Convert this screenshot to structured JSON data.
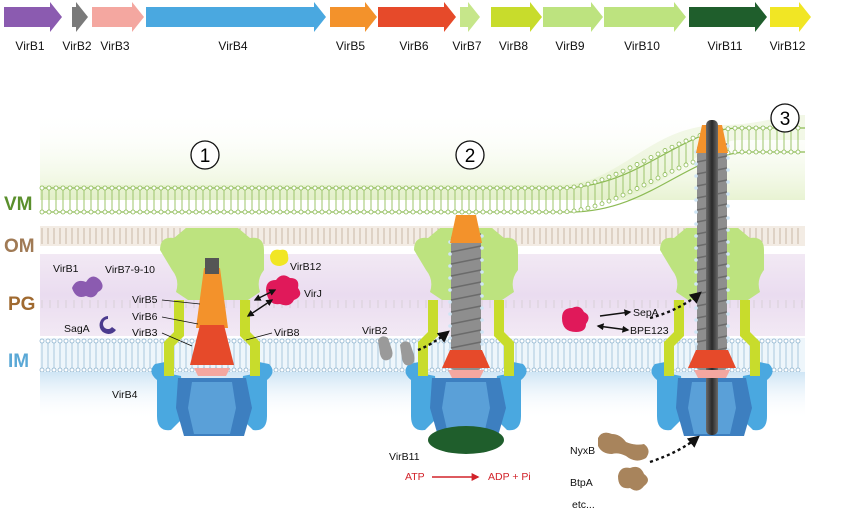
{
  "genes": [
    {
      "label": "VirB1",
      "color": "#8b5bb0"
    },
    {
      "label": "VirB2",
      "color": "#7a7a7a"
    },
    {
      "label": "VirB3",
      "color": "#f4a7a0"
    },
    {
      "label": "VirB4",
      "color": "#4aa8e0"
    },
    {
      "label": "VirB5",
      "color": "#f3922b"
    },
    {
      "label": "VirB6",
      "color": "#e64a2a"
    },
    {
      "label": "VirB7",
      "color": "#c6e68a"
    },
    {
      "label": "VirB8",
      "color": "#c8dc2c"
    },
    {
      "label": "VirB9",
      "color": "#bde37f"
    },
    {
      "label": "VirB10",
      "color": "#bde37f"
    },
    {
      "label": "VirB11",
      "color": "#1f5e2c"
    },
    {
      "label": "VirB12",
      "color": "#f1e624"
    }
  ],
  "membranes": {
    "vm": {
      "label": "VM",
      "color": "#5a8f2c"
    },
    "om": {
      "label": "OM",
      "color": "#a07a55"
    },
    "pg": {
      "label": "PG",
      "color": "#a06a30"
    },
    "im": {
      "label": "IM",
      "color": "#5aa8d6"
    }
  },
  "stages": [
    {
      "number": "1"
    },
    {
      "number": "2"
    },
    {
      "number": "3"
    }
  ],
  "labels": {
    "virb1": "VirB1",
    "virb7910": "VirB7-9-10",
    "virb12": "VirB12",
    "virb5": "VirB5",
    "virb6": "VirB6",
    "virb3": "VirB3",
    "virb8": "VirB8",
    "virj": "VirJ",
    "saga": "SagA",
    "virb4": "VirB4",
    "virb2": "VirB2",
    "virb11": "VirB11",
    "sepa": "SepA",
    "bpe123": "BPE123",
    "nyxb": "NyxB",
    "btpa": "BtpA",
    "etc": "etc..."
  },
  "reaction": {
    "substrate": "ATP",
    "products": "ADP + Pi",
    "color": "#d2232a"
  },
  "colors": {
    "virb4": "#4aa8e0",
    "virb4_dark": "#3d7fc0",
    "virb8": "#c8dc2c",
    "virb910": "#bde37f",
    "virb5": "#f3922b",
    "virb6": "#e64a2a",
    "virb3": "#f4a7a0",
    "virb2": "#8f8f8f",
    "virb11": "#1f5e2c",
    "virb12": "#f1e624",
    "virj": "#e0195a",
    "virb1": "#8b5bb0",
    "saga": "#4b3a8e",
    "effector": "#a8845c"
  }
}
